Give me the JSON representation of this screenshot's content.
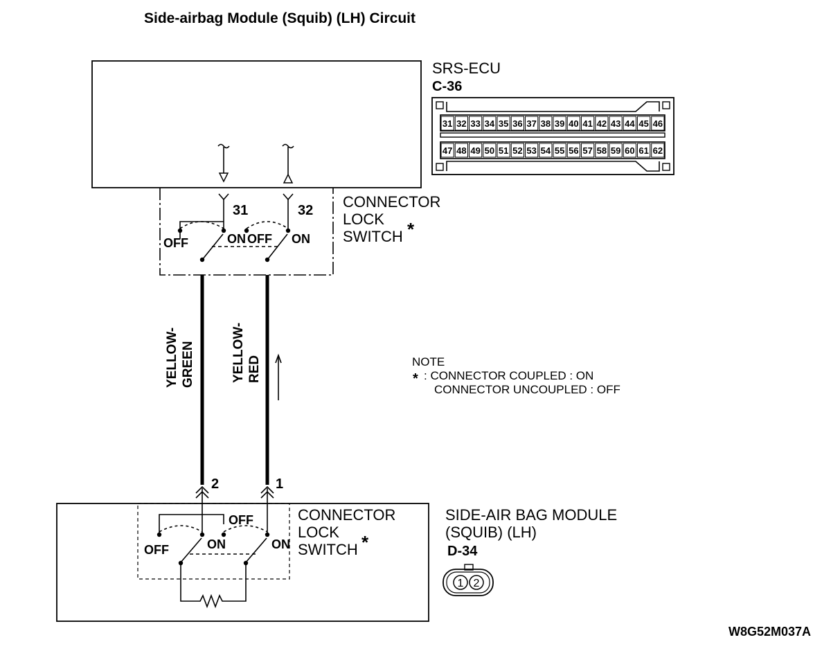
{
  "title": "Side-airbag Module (Squib) (LH) Circuit",
  "ecu": {
    "name": "SRS-ECU",
    "connector_id": "C-36",
    "pins_row1": [
      "31",
      "32",
      "33",
      "34",
      "35",
      "36",
      "37",
      "38",
      "39",
      "40",
      "41",
      "42",
      "43",
      "44",
      "45",
      "46"
    ],
    "pins_row2": [
      "47",
      "48",
      "49",
      "50",
      "51",
      "52",
      "53",
      "54",
      "55",
      "56",
      "57",
      "58",
      "59",
      "60",
      "61",
      "62"
    ]
  },
  "upper_switch": {
    "label_line1": "CONNECTOR",
    "label_line2": "LOCK",
    "label_line3": "SWITCH",
    "asterisk": "*",
    "terminal_left": "31",
    "terminal_right": "32",
    "off_left": "OFF",
    "on_left": "ON",
    "off_right": "OFF",
    "on_right": "ON"
  },
  "wires": {
    "left_line1": "YELLOW-",
    "left_line2": "GREEN",
    "right_line1": "YELLOW-",
    "right_line2": "RED"
  },
  "note": {
    "heading": "NOTE",
    "asterisk": "*",
    "line1": ": CONNECTOR COUPLED : ON",
    "line2": "CONNECTOR UNCOUPLED : OFF"
  },
  "module": {
    "terminal_left": "2",
    "terminal_right": "1",
    "switch_line1": "CONNECTOR",
    "switch_line2": "LOCK",
    "switch_line3": "SWITCH",
    "asterisk": "*",
    "off_top": "OFF",
    "off_left": "OFF",
    "on_left": "ON",
    "on_right": "ON",
    "name_line1": "SIDE-AIR BAG MODULE",
    "name_line2": "(SQUIB) (LH)",
    "connector_id": "D-34",
    "conn_pin1": "1",
    "conn_pin2": "2"
  },
  "figure_code": "W8G52M037A"
}
